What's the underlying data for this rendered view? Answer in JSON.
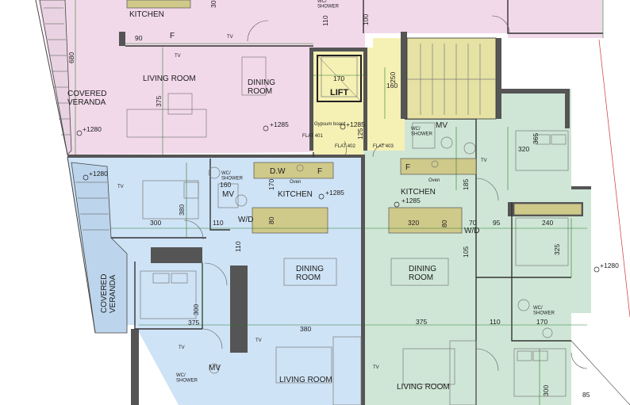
{
  "colors": {
    "flat_pink": "#f2d9ea",
    "flat_blue": "#cfe3f6",
    "flat_green": "#cfe6d6",
    "core_yellow": "#f5f0b4",
    "counter": "#cfc98a",
    "wall": "#555555",
    "dimension": "#2e7d32"
  },
  "labels": {
    "kitchen_top": "KITCHEN",
    "living_top": "LIVING ROOM",
    "dining_top": "DINING\nROOM",
    "covered_veranda_top": "COVERED\nVERANDA",
    "lift": "LIFT",
    "flat_401": "FLAT 401",
    "flat_402": "FLAT 402",
    "flat_403": "FLAT 403",
    "gypsum_board": "Gypsum board",
    "dw": "D.W",
    "f": "F",
    "oven": "Oven",
    "kitchen_left": "KITCHEN",
    "kitchen_right": "KITCHEN",
    "dining_left": "DINING\nROOM",
    "dining_right": "DINING\nROOM",
    "living_left": "LIVING ROOM",
    "living_right": "LIVING ROOM",
    "covered_veranda_left": "COVERED\nVERANDA",
    "wc_shower": "WC/\nSHOWER",
    "mv": "MV",
    "wd": "W/D",
    "tv": "TV"
  },
  "levels": {
    "l1": "+1280",
    "l2": "+1285",
    "l3": "+1285",
    "l4": "+1280",
    "l5": "+1285",
    "l6": "+1285",
    "l7": "+1280"
  },
  "dimensions": {
    "d90": "90",
    "d680": "680",
    "d375_top": "375",
    "d170": "170",
    "d160_top": "160",
    "d250": "250",
    "d110_top": "110",
    "d100": "100",
    "d300_top": "300",
    "d125": "125",
    "d365": "365",
    "d320_top": "320",
    "d300_left": "300",
    "d380": "380",
    "d110_mid": "110",
    "d160_mid": "160",
    "d170_mid": "170",
    "d80_left": "80",
    "d110_v": "110",
    "d375_left": "375",
    "d300_v": "300",
    "d380_bottom": "380",
    "d320_mid": "320",
    "d80_right": "80",
    "d70": "70",
    "d95": "95",
    "d240": "240",
    "d105": "105",
    "d325": "325",
    "d185": "185",
    "d375_bottom": "375",
    "d110_bottom": "110",
    "d170_bottom": "170",
    "d300_bottom": "300",
    "d85": "85"
  }
}
